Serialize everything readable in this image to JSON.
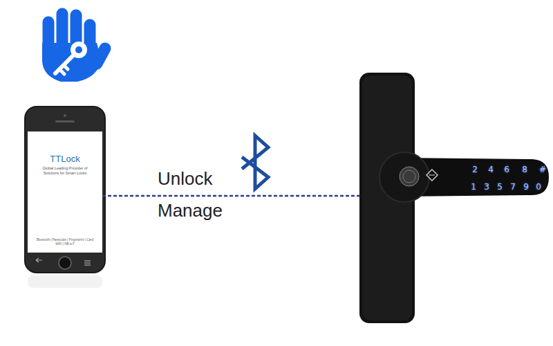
{
  "diagram": {
    "nodes": [
      {
        "text": [
          "TTLock",
          "Global Leading Provider of Solutions for Smart Locks",
          "Bluetooth | Passcode | Fingerprint | Card WiFi | NB-IoT"
        ]
      },
      {
        "text": [
          "2",
          "4",
          "6",
          "8",
          "#",
          "1",
          "3",
          "5",
          "7",
          "9",
          "0"
        ]
      }
    ],
    "edges": [
      {
        "from": 0,
        "to": 1,
        "arrow": "none",
        "label": "Unlock"
      }
    ],
    "labels": [
      "Manage"
    ]
  }
}
